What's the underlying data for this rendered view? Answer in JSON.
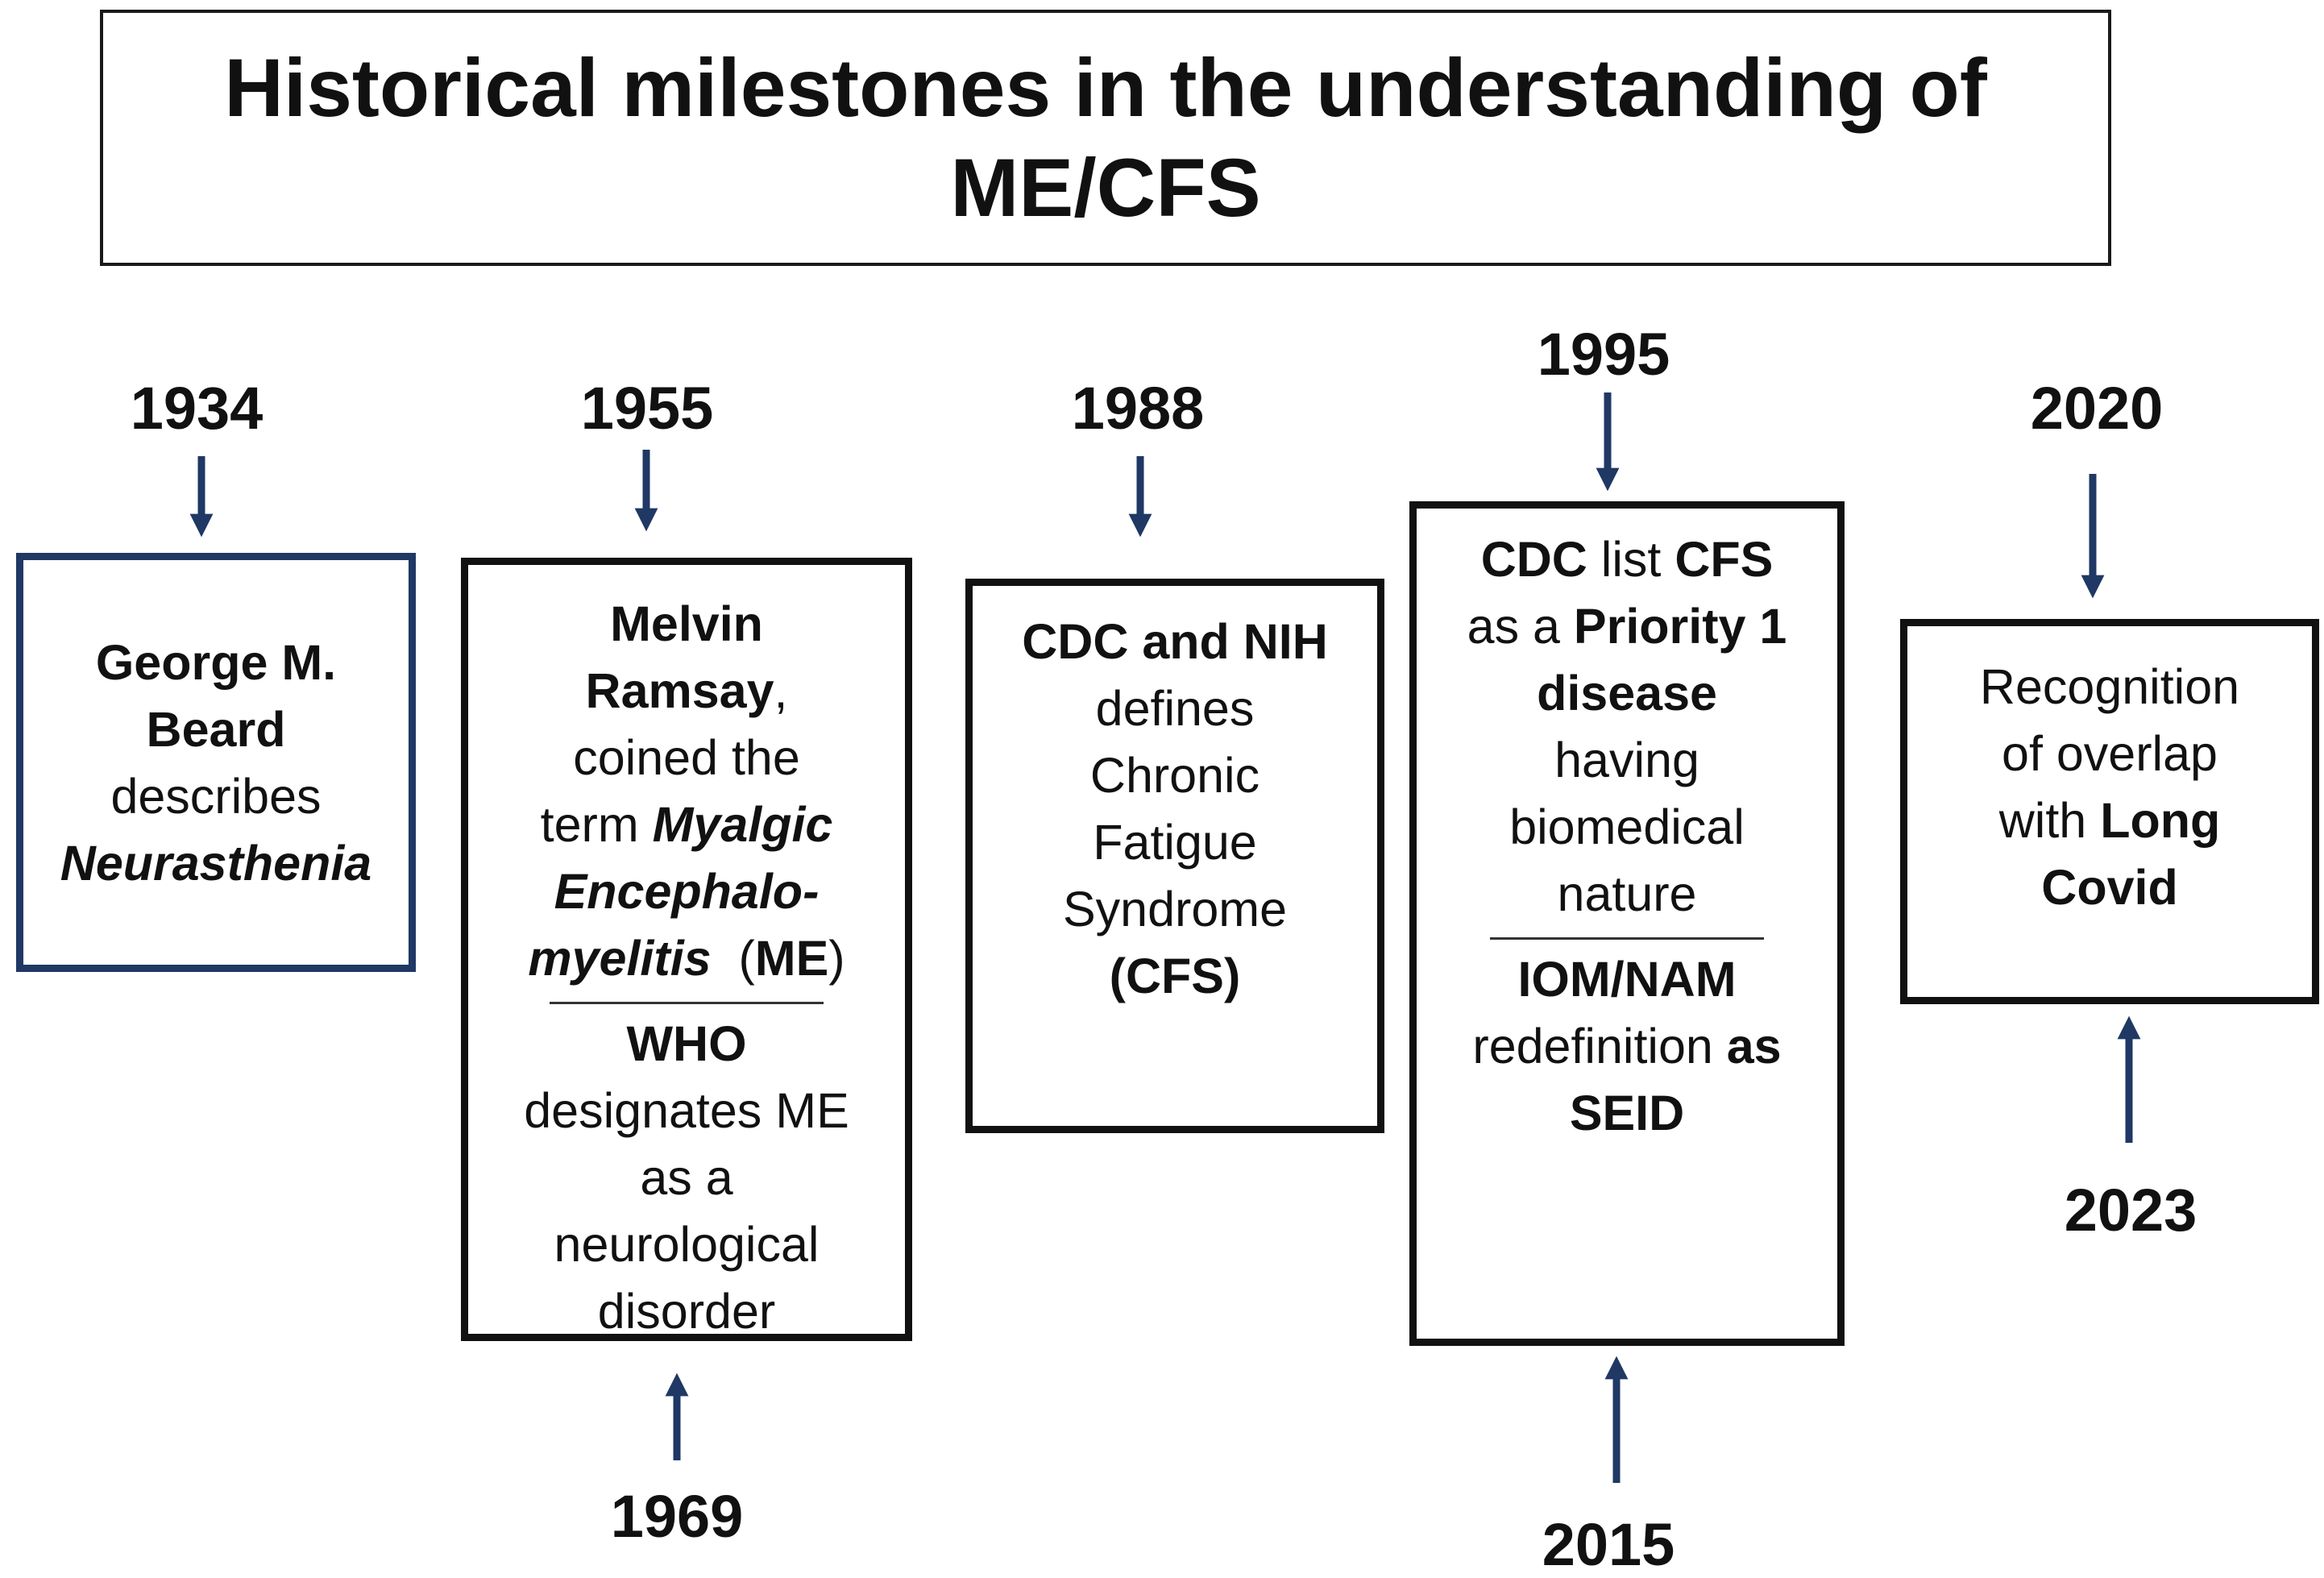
{
  "title": "Historical milestones in the understanding of ME/CFS",
  "colors": {
    "arrow": "#1f3864",
    "border": "#111111",
    "first_box_border": "#1f3864"
  },
  "milestones": [
    {
      "years": {
        "top": "1934"
      },
      "lines": [
        [
          {
            "t": "George M.",
            "b": true
          }
        ],
        [
          {
            "t": "Beard",
            "b": true
          }
        ],
        [
          {
            "t": "describes"
          }
        ],
        [
          {
            "t": "Neurasthenia",
            "b": true,
            "i": true
          }
        ]
      ]
    },
    {
      "years": {
        "top": "1955",
        "bottom": "1969"
      },
      "lines": [
        [
          {
            "t": "Melvin",
            "b": true
          }
        ],
        [
          {
            "t": "Ramsay",
            "b": true
          },
          {
            "t": ","
          }
        ],
        [
          {
            "t": "coined the"
          }
        ],
        [
          {
            "t": "term "
          },
          {
            "t": "Myalgic",
            "b": true,
            "i": true
          }
        ],
        [
          {
            "t": "Encephalo-",
            "b": true,
            "i": true
          }
        ],
        [
          {
            "t": "myelitis",
            "b": true,
            "i": true
          },
          {
            "t": "  ("
          },
          {
            "t": "ME",
            "b": true
          },
          {
            "t": ")"
          }
        ]
      ],
      "lines_after_rule": [
        [
          {
            "t": "WHO",
            "b": true
          }
        ],
        [
          {
            "t": "designates ME"
          }
        ],
        [
          {
            "t": "as a"
          }
        ],
        [
          {
            "t": "neurological"
          }
        ],
        [
          {
            "t": "disorder"
          }
        ]
      ]
    },
    {
      "years": {
        "top": "1988"
      },
      "lines": [
        [
          {
            "t": "CDC and NIH",
            "b": true
          }
        ],
        [
          {
            "t": "defines"
          }
        ],
        [
          {
            "t": "Chronic"
          }
        ],
        [
          {
            "t": "Fatigue"
          }
        ],
        [
          {
            "t": "Syndrome"
          }
        ],
        [
          {
            "t": "(CFS)",
            "b": true
          }
        ]
      ]
    },
    {
      "years": {
        "top": "1995",
        "bottom": "2015"
      },
      "lines": [
        [
          {
            "t": "CDC",
            "b": true
          },
          {
            "t": " list "
          },
          {
            "t": "CFS",
            "b": true
          }
        ],
        [
          {
            "t": "as a "
          },
          {
            "t": "Priority 1",
            "b": true
          }
        ],
        [
          {
            "t": "disease",
            "b": true
          }
        ],
        [
          {
            "t": "having"
          }
        ],
        [
          {
            "t": "biomedical"
          }
        ],
        [
          {
            "t": "nature"
          }
        ]
      ],
      "lines_after_rule": [
        [
          {
            "t": "IOM/NAM",
            "b": true
          }
        ],
        [
          {
            "t": "redefinition "
          },
          {
            "t": "as",
            "b": true
          }
        ],
        [
          {
            "t": "SEID",
            "b": true
          }
        ]
      ]
    },
    {
      "years": {
        "top": "2020",
        "bottom": "2023"
      },
      "lines": [
        [
          {
            "t": "Recognition"
          }
        ],
        [
          {
            "t": "of overlap"
          }
        ],
        [
          {
            "t": "with "
          },
          {
            "t": "Long",
            "b": true
          }
        ],
        [
          {
            "t": "Covid",
            "b": true
          }
        ]
      ]
    }
  ]
}
